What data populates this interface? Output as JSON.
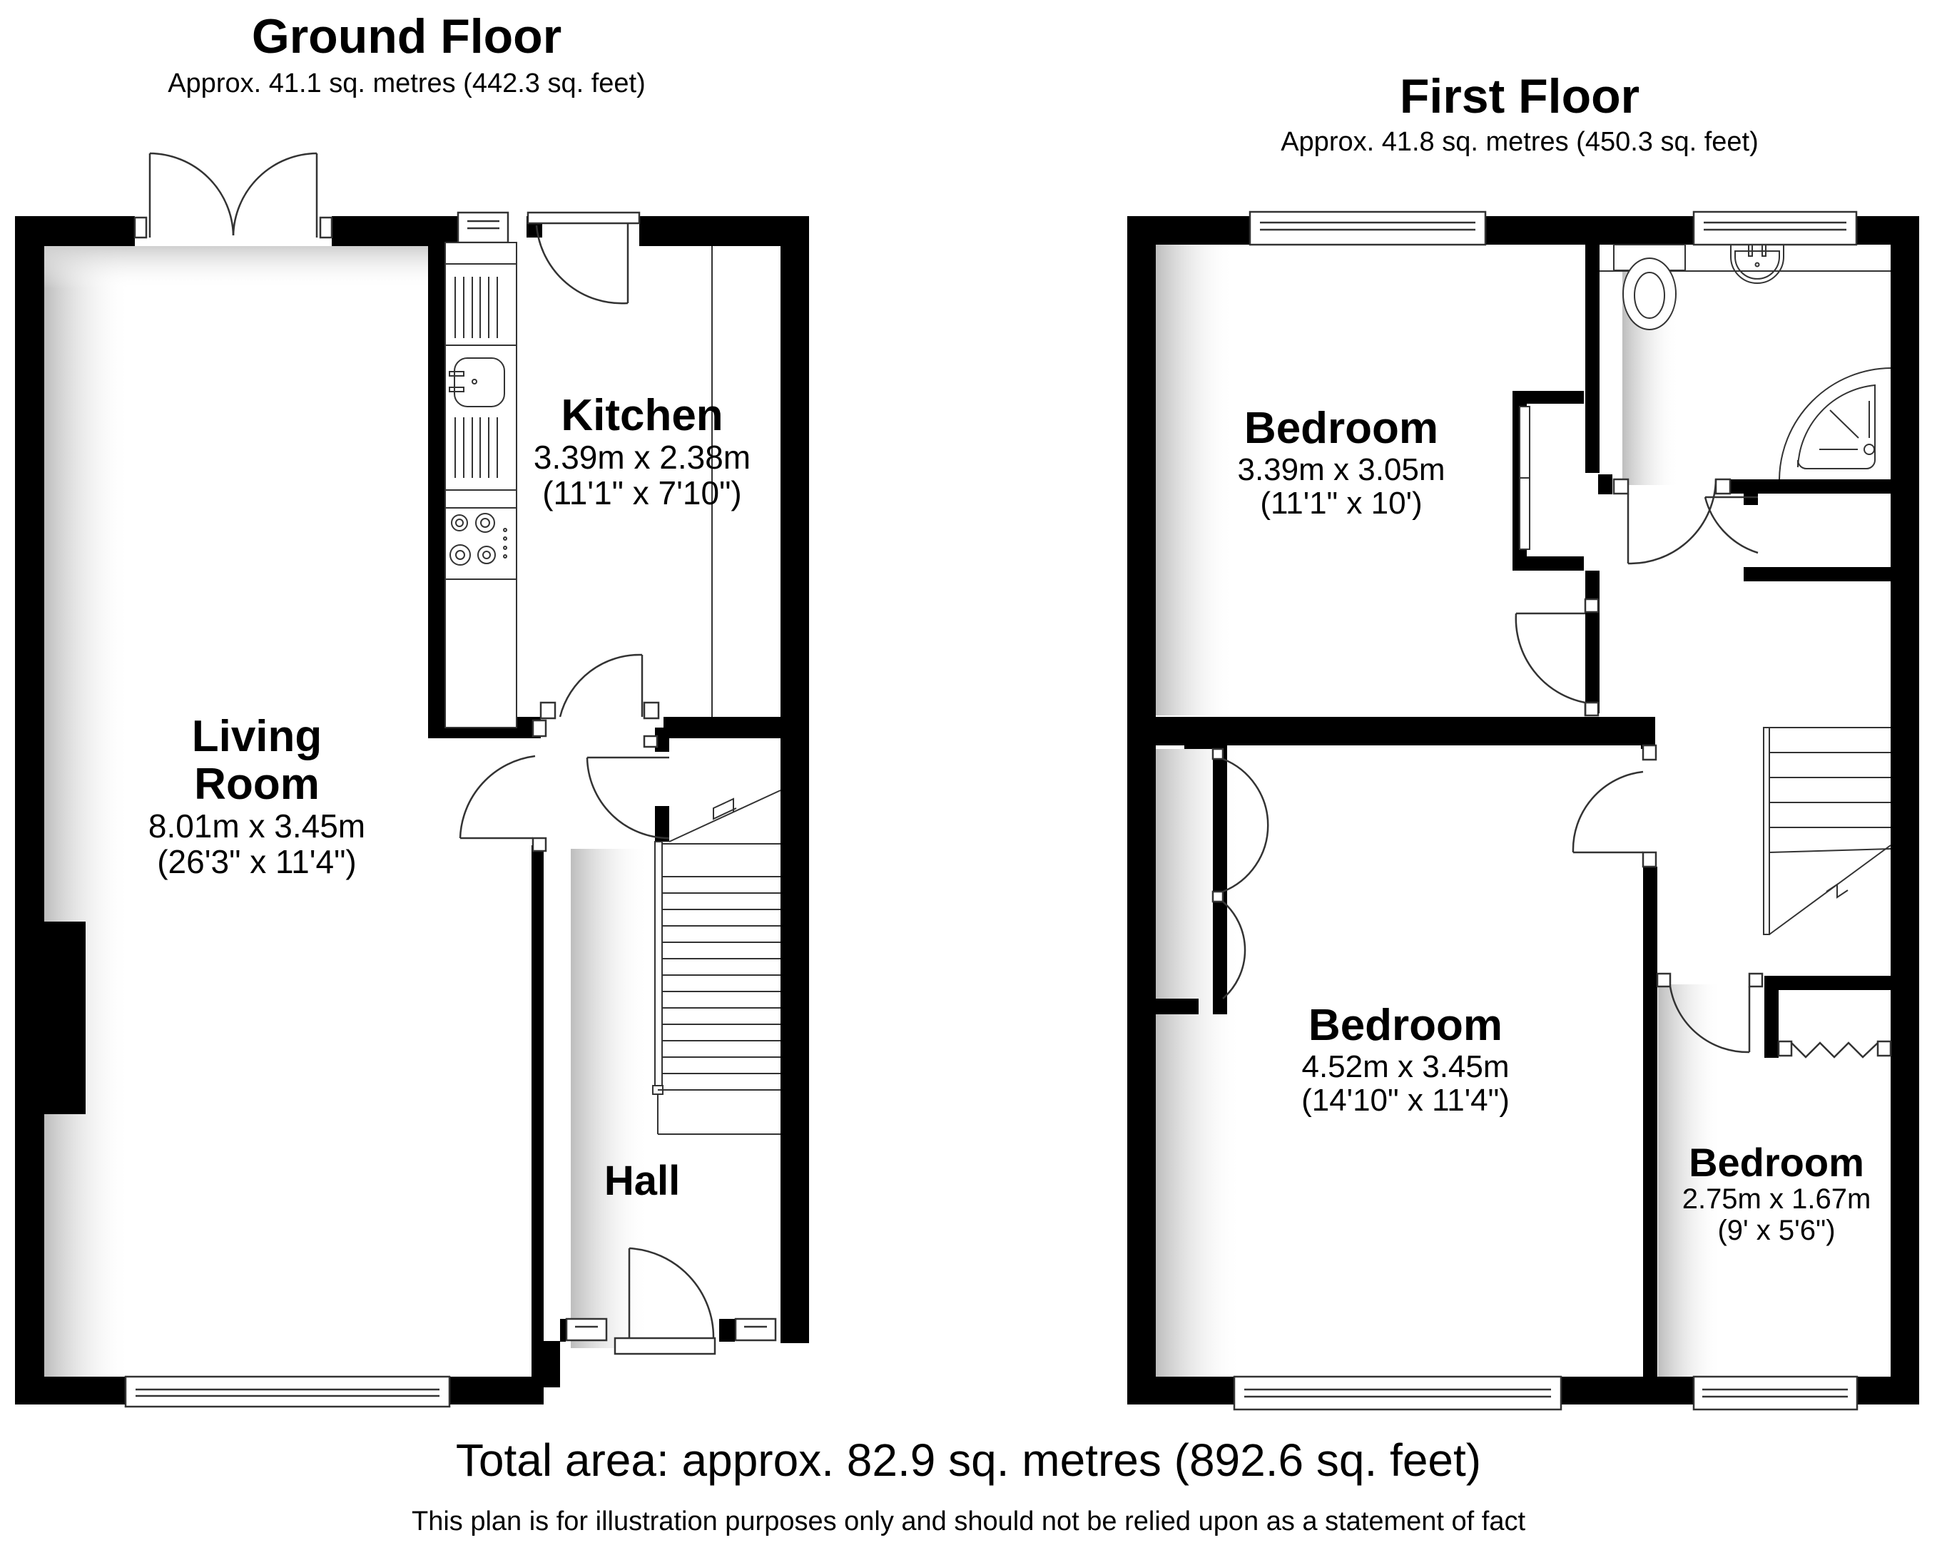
{
  "ground_floor": {
    "title": "Ground Floor",
    "area": "Approx. 41.1 sq. metres (442.3 sq. feet)",
    "rooms": [
      {
        "name": "Kitchen",
        "metric": "3.39m x 2.38m",
        "imperial": "(11'1\" x 7'10\")"
      },
      {
        "name_line1": "Living",
        "name_line2": "Room",
        "metric": "8.01m x 3.45m",
        "imperial": "(26'3\" x 11'4\")"
      },
      {
        "name": "Hall"
      }
    ]
  },
  "first_floor": {
    "title": "First Floor",
    "area": "Approx. 41.8 sq. metres (450.3 sq. feet)",
    "rooms": [
      {
        "name": "Bedroom",
        "metric": "3.39m x 3.05m",
        "imperial": "(11'1\" x 10')"
      },
      {
        "name": "Bedroom",
        "metric": "4.52m x 3.45m",
        "imperial": "(14'10\" x 11'4\")"
      },
      {
        "name": "Bedroom",
        "metric": "2.75m x 1.67m",
        "imperial": "(9' x 5'6\")"
      }
    ]
  },
  "footer": {
    "total_area": "Total area: approx. 82.9 sq. metres (892.6 sq. feet)",
    "disclaimer": "This plan is for illustration purposes only and should not be relied upon as a statement of fact"
  },
  "colors": {
    "wall": "#000000",
    "floor": "#ffffff",
    "fixture_line": "#333333",
    "shadow": "#c8c8c8"
  },
  "icons": [
    "window-icon",
    "door-swing-icon",
    "french-door-icon",
    "sink-icon",
    "hob-icon",
    "toilet-icon",
    "basin-icon",
    "shower-icon",
    "staircase-icon",
    "fireplace-icon",
    "bifold-wardrobe-icon"
  ]
}
